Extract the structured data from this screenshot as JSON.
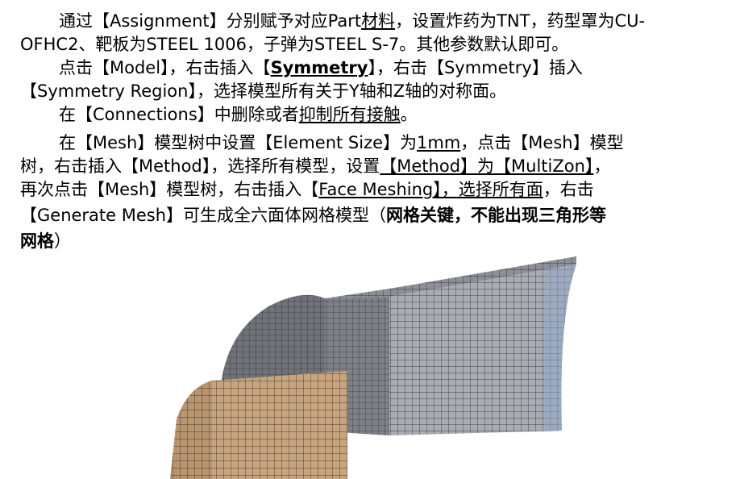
{
  "lines": {
    "l1": "通过【Assignment】分别赋予对应Part材料，设置炸药为TNT，药型罩为CU-",
    "l1_a": "通过【Assignment】分别赋予对应Part",
    "l1_b": "材料",
    "l1_c": "，设置炸药为TNT，药型罩为CU-",
    "l2": "OFHC2、靶板为STEEL 1006，子弹为STEEL S-7。其他参数默认即可。",
    "l3_a": "点击【Model】，右击插入【",
    "l3_b": "Symmetry",
    "l3_c": "】，右击【Symmetry】插入",
    "l4": "【Symmetry Region】，选择模型所有关于Y轴和Z轴的对称面。",
    "l5_a": "在【Connections】中删除或者",
    "l5_b": "抑制所有接触",
    "l5_c": "。",
    "l6_a": "在【Mesh】模型树中设置【Element Size】为",
    "l6_b": "1mm",
    "l6_c": "，点击【Mesh】模型",
    "l7_a": "树，右击插入【Method】，选择所有模型，设置",
    "l7_b": "【Method】为【MultiZon】",
    "l7_c": "，",
    "l8_a": "再次点击【Mesh】模型树，右击插入【",
    "l8_b": "Face Meshing】，选择所有面",
    "l8_c": "，右击",
    "l9_a": "【Generate Mesh】可生成全六面体网格模型（",
    "l9_b": "网格关键，不能出现三角形等",
    "l10_b": "网格",
    "l10_c": "）"
  },
  "figure": {
    "colors": {
      "target_face": "#a9adb3",
      "target_side": "#6f7379",
      "target_edge": "#8fa8c8",
      "bullet_face": "#c8a47e",
      "bullet_side": "#b8956f",
      "mesh_line": "#1e1e1e"
    }
  }
}
